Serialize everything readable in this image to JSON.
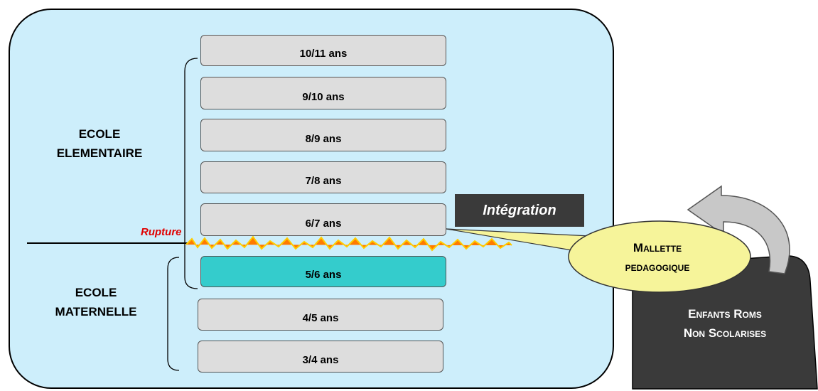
{
  "sections": {
    "elementaire": [
      "ECOLE",
      "ELEMENTAIRE"
    ],
    "maternelle": [
      "ECOLE",
      "MATERNELLE"
    ]
  },
  "ages": [
    {
      "label": "10/11 ans"
    },
    {
      "label": "9/10 ans"
    },
    {
      "label": "8/9 ans"
    },
    {
      "label": "7/8 ans"
    },
    {
      "label": "6/7 ans"
    },
    {
      "label": "5/6 ans",
      "highlight": true
    },
    {
      "label": "4/5 ans"
    },
    {
      "label": "3/4 ans"
    }
  ],
  "rupture_label": "Rupture",
  "integration_label": "Intégration",
  "callout": [
    "Mallette",
    "pedagogique"
  ],
  "dark_box": [
    "Enfants Roms",
    "Non Scolarises"
  ],
  "colors": {
    "panel": "#cdeefb",
    "age_box": "#dddddd",
    "highlight": "#34cccc",
    "rupture": "#e00000",
    "callout": "#f6f49a",
    "dark": "#3a3a3a",
    "arrow": "#c8c8c8"
  }
}
